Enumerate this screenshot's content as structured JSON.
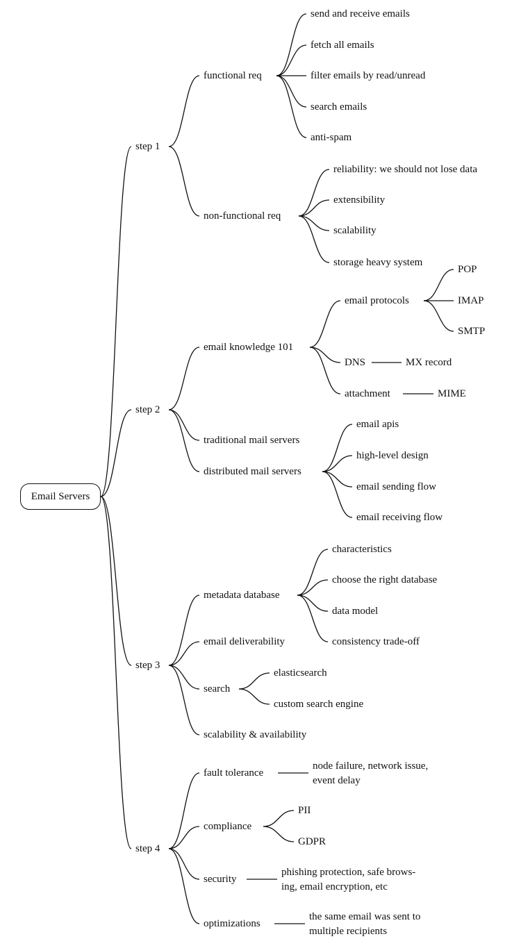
{
  "root": "Email Servers",
  "steps": {
    "s1": "step 1",
    "s2": "step 2",
    "s3": "step 3",
    "s4": "step 4"
  },
  "step1": {
    "functional": "functional req",
    "functional_items": [
      "send and receive emails",
      "fetch all emails",
      "filter emails by read/unread",
      "search emails",
      "anti-spam"
    ],
    "nonfunctional": "non-functional req",
    "nonfunctional_items": [
      "reliability: we should not lose data",
      "extensibility",
      "scalability",
      "storage heavy system"
    ]
  },
  "step2": {
    "knowledge": "email knowledge 101",
    "protocols": "email protocols",
    "protocol_items": [
      "POP",
      "IMAP",
      "SMTP"
    ],
    "dns": "DNS",
    "mx": "MX record",
    "attachment": "attachment",
    "mime": "MIME",
    "traditional": "traditional mail servers",
    "distributed": "distributed mail servers",
    "distributed_items": [
      "email apis",
      "high-level design",
      "email sending flow",
      "email receiving flow"
    ]
  },
  "step3": {
    "metadata": "metadata database",
    "metadata_items": [
      "characteristics",
      "choose the right database",
      "data model",
      "consistency trade-off"
    ],
    "deliverability": "email deliverability",
    "search": "search",
    "search_items": [
      "elasticsearch",
      "custom search engine"
    ],
    "scalability": "scalability & availability"
  },
  "step4": {
    "fault": "fault tolerance",
    "fault_detail": [
      "node failure, network issue,",
      "event delay"
    ],
    "compliance": "compliance",
    "compliance_items": [
      "PII",
      "GDPR"
    ],
    "security": "security",
    "security_detail": [
      "phishing protection, safe brows-",
      "ing, email encryption, etc"
    ],
    "optimizations": "optimizations",
    "optimizations_detail": [
      "the same email was sent to",
      "multiple recipients"
    ]
  }
}
